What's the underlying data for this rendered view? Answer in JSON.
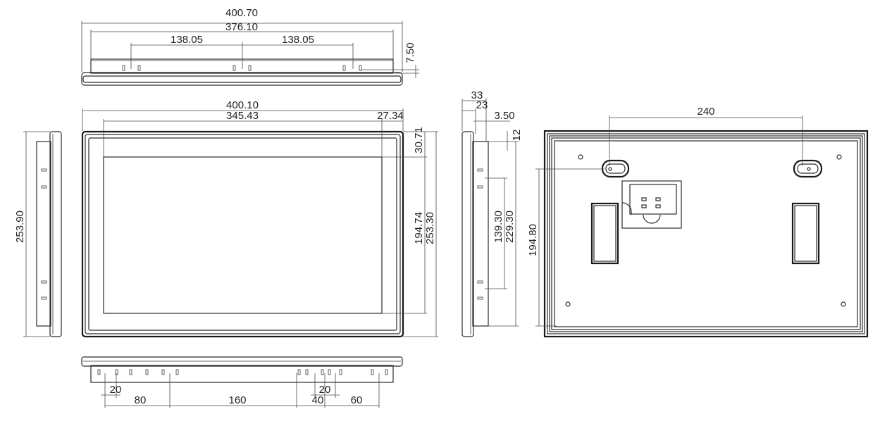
{
  "dimensions": {
    "top_overall": "400.70",
    "top_inner": "376.10",
    "top_span_left": "138.05",
    "top_span_right": "138.05",
    "top_depth": "7.50",
    "front_width": "400.10",
    "front_screen_width": "345.43",
    "front_right_margin": "27.34",
    "front_top_margin": "30.71",
    "front_screen_height": "194.74",
    "front_height": "253.30",
    "left_height": "253.90",
    "side_depth": "33",
    "side_body": "23",
    "side_bezel": "3.50",
    "side_top": "12",
    "side_inner_height": "229.30",
    "side_clip_span": "139.30",
    "back_hole_span": "240",
    "back_height": "194.80",
    "bottom_a": "20",
    "bottom_b": "80",
    "bottom_c": "160",
    "bottom_d": "20",
    "bottom_e": "40",
    "bottom_f": "60"
  }
}
